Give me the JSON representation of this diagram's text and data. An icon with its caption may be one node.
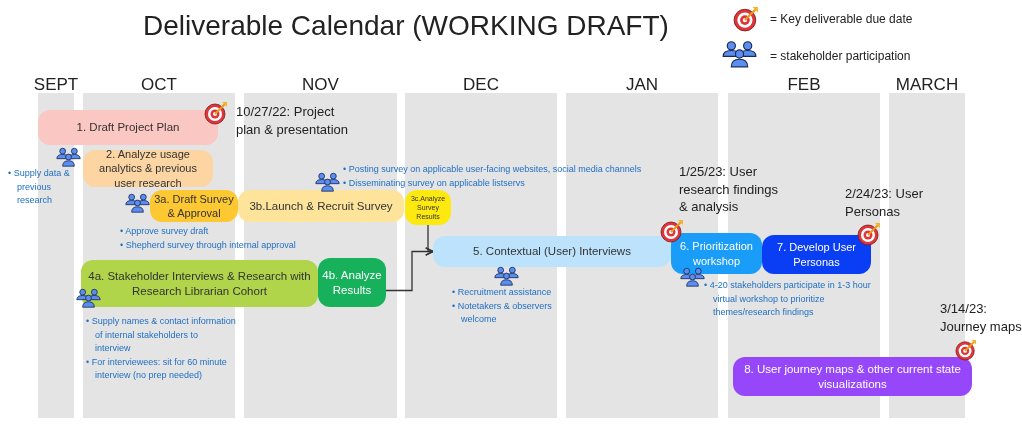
{
  "diagram": {
    "title": "Deliverable Calendar (WORKING DRAFT)",
    "nodes": [
      {
        "text": [
          "1. Draft Project Plan"
        ]
      },
      {
        "text": [
          "2. Analyze usage analytics & previous user research"
        ],
        "beside": [
          "• Supply data & previous research"
        ]
      },
      {
        "text": [
          "3a. Draft Survey & Approval"
        ],
        "beside": [
          "• Approve survey draft",
          "• Shepherd survey through internal approval"
        ]
      },
      {
        "text": [
          "3b.Launch & Recruit Survey"
        ],
        "beside": [
          "• Posting survey on applicable user-facing websites, social media channels",
          "• Disseminating survey on applicable listservs"
        ]
      },
      {
        "text": [
          "3c.Analyze Survey Results"
        ]
      },
      {
        "text": [
          "4a. Stakeholder Interviews & Research with Research Librarian Cohort"
        ],
        "beside": [
          "• Supply names & contact information of internal stakeholders to interview",
          "• For interviewees: sit for 60 minute interview (no prep needed)"
        ]
      },
      {
        "text": [
          "4b. Analyze Results"
        ]
      },
      {
        "text": [
          "5. Contextual (User) Interviews"
        ],
        "beside": [
          "• Recruitment assistance",
          "• Notetakers & observers welcome"
        ]
      },
      {
        "text": [
          "6.  Prioritization workshop"
        ],
        "beside": [
          "• 4-20 stakeholders participate in 1-3 hour virtual workshop to prioritize themes/research findings"
        ]
      },
      {
        "text": [
          "7. Develop User Personas"
        ]
      },
      {
        "text": [
          "8. User journey maps & other current state visualizations"
        ]
      }
    ],
    "edges": [
      {
        "from": 4,
        "to": 7,
        "arrow": "to"
      },
      {
        "from": 6,
        "to": 7,
        "arrow": "to"
      }
    ],
    "labels": [
      "SEPT",
      "OCT",
      "NOV",
      "DEC",
      "JAN",
      "FEB",
      "MARCH",
      "10/27/22: Project plan & presentation",
      "1/25/23: User research findings & analysis",
      "2/24/23: User Personas",
      "3/14/23: Journey maps"
    ],
    "legend": [
      {
        "text": "= Key deliverable due date"
      },
      {
        "text": "= stakeholder participation"
      }
    ]
  }
}
